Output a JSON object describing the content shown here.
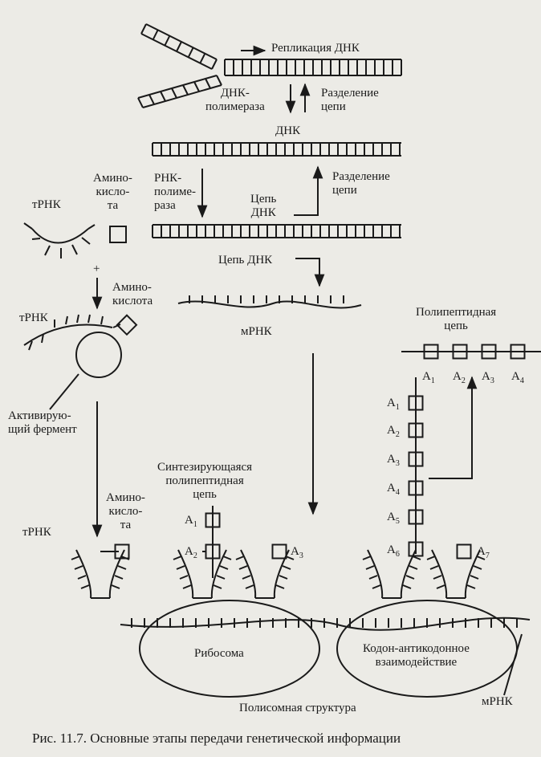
{
  "labels": {
    "replication": "Репликация ДНК",
    "dna_polymerase": "ДНК-\nполимераза",
    "strand_separation_1": "Разделение\nцепи",
    "dna": "ДНК",
    "amino_acid_1": "Амино-\nкисло-\nта",
    "rna_polymerase": "РНК-\nполиме-\nраза",
    "dna_strand_1": "Цепь\nДНК",
    "strand_separation_2": "Разделение\nцепи",
    "trna_1": "тРНК",
    "plus": "+",
    "dna_strand_2": "Цепь ДНК",
    "amino_acid_2": "Амино-\nкислота",
    "trna_2": "тРНК",
    "mrna_1": "мРНК",
    "polypeptide_chain": "Полипептидная\nцепь",
    "activating_enzyme": "Активирую-\nщий фермент",
    "synthesizing_chain": "Синтезирующаяся\nполипептидная\nцепь",
    "amino_acid_3": "Амино-\nкисло-\nта",
    "trna_3": "тРНК",
    "ribosome": "Рибосома",
    "codon_anticodon": "Кодон-антикодонное\nвзаимодействие",
    "polysome": "Полисомная структура",
    "mrna_2": "мРНК"
  },
  "amino_labels": {
    "top_chain": [
      "A1",
      "A2",
      "A3",
      "A4"
    ],
    "vertical_chain": [
      "A1",
      "A2",
      "A3",
      "A4",
      "A5",
      "A6"
    ],
    "ribosome_1": [
      "A1",
      "A2",
      "A3"
    ],
    "ribosome_2": [
      "A7"
    ]
  },
  "caption": "Рис. 11.7. Основные этапы передачи генетической информации"
}
